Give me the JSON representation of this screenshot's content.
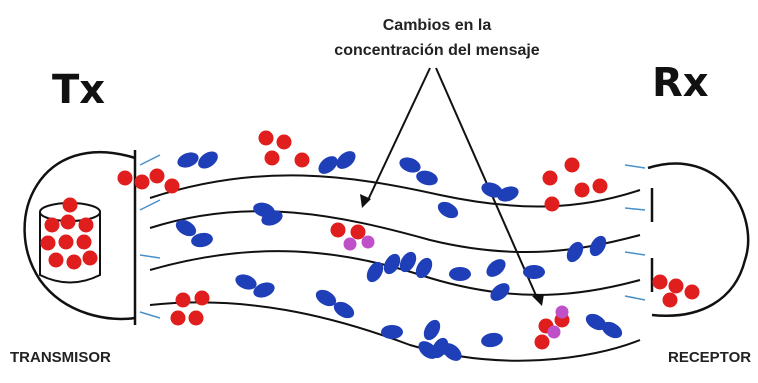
{
  "labels": {
    "tx": "Tx",
    "rx": "Rx",
    "annotation_line1": "Cambios en la",
    "annotation_line2": "concentración del mensaje",
    "transmitter": "TRANSMISOR",
    "receiver": "RECEPTOR"
  },
  "colors": {
    "messenger_red": "#e01e1e",
    "molecule_blue": "#1f3fb8",
    "pink": "#c050c8",
    "line": "#111111",
    "receptor_tick": "#4a90c8"
  }
}
